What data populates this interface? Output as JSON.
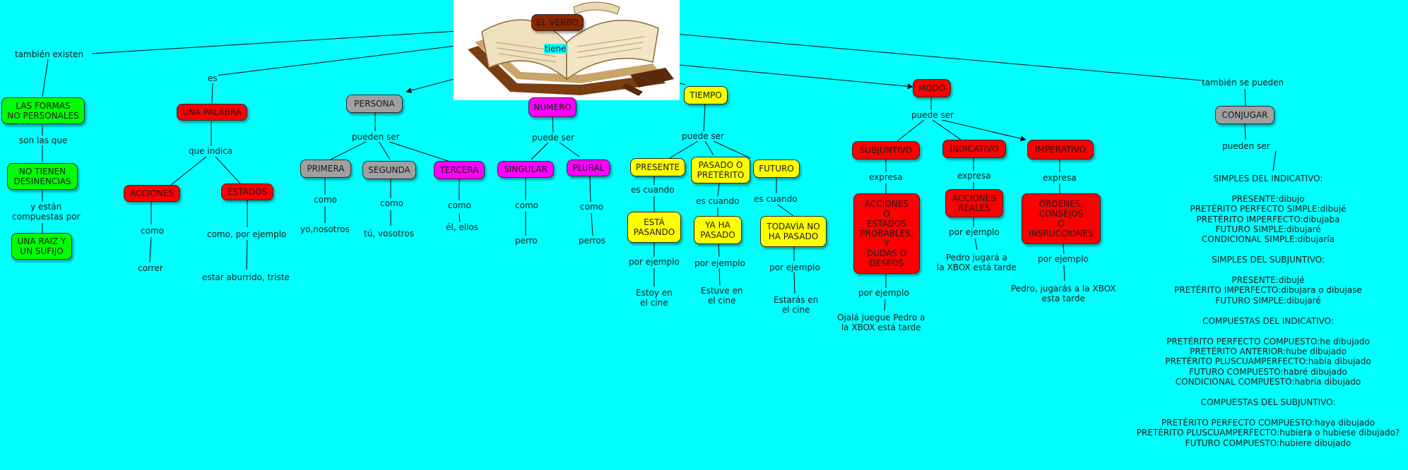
{
  "nodes": {
    "el_verbo": "EL VERBO",
    "formas_no_personales": "LAS FORMAS\nNO PERSONALES",
    "no_tienen_desinencias": "NO TIENEN\nDESINENCIAS",
    "una_raiz_y_un_sufijo": "UNA RAIZ Y\nUN SUFIJO",
    "una_palabra": "UNA PALABRA",
    "acciones": "ACCIONES",
    "estados": "ESTADOS",
    "persona": "PERSONA",
    "primera": "PRIMERA",
    "segunda": "SEGUNDA",
    "tercera": "TERCERA",
    "numero": "NÚMERO",
    "singular": "SINGULAR",
    "plural": "PLURAL",
    "tiempo": "TIEMPO",
    "presente": "PRESENTE",
    "pasado_o_preterito": "PASADO O\nPRETÉRITO",
    "futuro": "FUTURO",
    "esta_pasando": "ESTÁ\nPASANDO",
    "ya_ha_pasado": "YA HA\nPASADO",
    "todavia_no_ha_pasado": "TODAVÍA NO\nHA PASADO",
    "modo": "MODO",
    "subjuntivo": "SUBJUNTIVO",
    "indicativo": "INDICATIVO",
    "imperativo": "IMPERATIVO",
    "acciones_o_estados": "ACCIONES\nO\nESTADOS\nPROBABLES,\nY\nDUDAS O\nDESEOS",
    "acciones_reales": "ACCIONES\nREALES",
    "ordenes_consejos": "ÓRDENES,\nCONSEJOS\nO\nINSRUCCIONES",
    "conjugar": "CONJUGAR"
  },
  "labels": {
    "tiene": "tiene",
    "tambien_existen": "también existen",
    "son_las_que": "son las que",
    "y_estan_compuestas_por": "y están\ncompuestas por",
    "es": "es",
    "que_indica": "que indica",
    "como_acciones": "como",
    "correr": "correr",
    "como_por_ejemplo": "como, por ejemplo",
    "estar_aburrido": "estar aburrido, triste",
    "pueden_ser_persona": "pueden ser",
    "como_primera": "como",
    "yo_nosotros": "yo,nosotros",
    "como_segunda": "como",
    "tu_vosotros": "tú, vosotros",
    "como_tercera": "como",
    "el_ellos": "él, ellos",
    "puede_ser_numero": "puede ser",
    "como_singular": "como",
    "perro": "perro",
    "como_plural": "como",
    "perros": "perros",
    "puede_ser_tiempo": "puede ser",
    "es_cuando_presente": "es cuando",
    "es_cuando_pasado": "es cuando",
    "es_cuando_futuro": "es cuando",
    "por_ejemplo_presente": "por ejemplo",
    "estoy_en_el_cine": "Estoy en\nel cine",
    "por_ejemplo_pasado": "por ejemplo",
    "estuve_en_el_cine": "Estuve en\nel cine",
    "por_ejemplo_futuro": "por ejemplo",
    "estaras_en_el_cine": "Estarás en\nel cine",
    "puede_ser_modo": "puede ser",
    "expresa_subjuntivo": "expresa",
    "expresa_indicativo": "expresa",
    "expresa_imperativo": "expresa",
    "por_ejemplo_subjuntivo": "por ejemplo",
    "ojala": "Ojalá juegue Pedro a\nla XBOX está tarde",
    "por_ejemplo_indicativo": "por ejemplo",
    "pedro_jugara": "Pedro jugará a\nla XBOX está tarde",
    "por_ejemplo_imperativo": "por ejemplo",
    "pedro_jugaras": "Pedro, jugarás a la XBOX\nesta tarde",
    "tambien_se_pueden": "también se pueden",
    "pueden_ser_conjugar": "pueden ser"
  },
  "conjugaciones": "SIMPLES DEL INDICATIVO:\n\nPRESENTE:dibujo\nPRETÉRITO PERFECTO SIMPLE:dibujé\nPRETÉRITO IMPERFECTO:dibujaba\nFUTURO SIMPLE:dibujaré\nCONDICIONAL SIMPLE:dibujaría\n\nSIMPLES DEL SUBJUNTIVO:\n\nPRESENTE:dibujé\nPRETÉRITO IMPERFECTO:dibujara o dibujase\nFUTURO SIMPLE:dibujaré\n\nCOMPUESTAS DEL INDICATIVO:\n\nPRETÉRITO PERFECTO COMPUESTO:he dibujado\nPRETÉRITO ANTERIOR:hube dibujado\nPRETÉRITO PLUSCUAMPERFECTO:había dibujado\nFUTURO COMPUESTO:habré dibujado\nCONDICIONAL COMPUESTO:habría dibujado\n\nCOMPUESTAS DEL SUBJUNTIVO:\n\nPRETÉRITO PERFECTO COMPUESTO:haya dibujado\nPRETÉRITO PLUSCUAMPERFECTO:hubiera o hubiese dibujado?\nFUTURO COMPUESTO:hubiere dibujado",
  "colors": {
    "background": "#00ffff",
    "green": "#00ff00",
    "red": "#ff0000",
    "brown": "#8b2500",
    "gray": "#a0a0a0",
    "magenta": "#ff00ff",
    "yellow": "#ffff00"
  },
  "image": {
    "book": "open-book-illustration"
  }
}
